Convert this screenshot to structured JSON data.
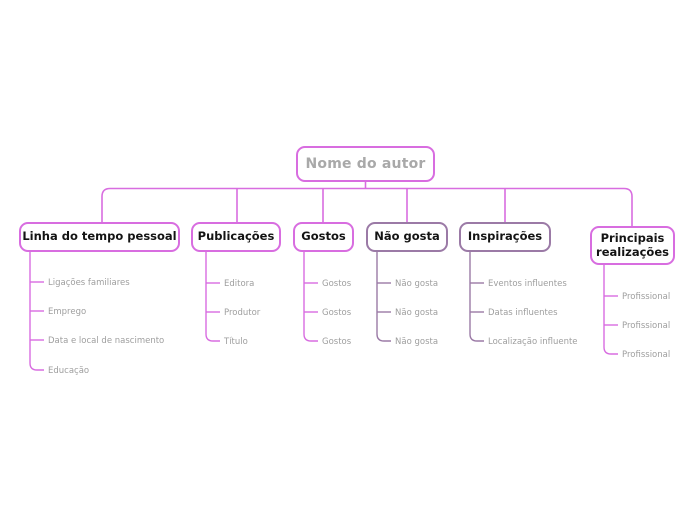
{
  "diagram": {
    "type": "mind-map",
    "background": "#ffffff",
    "accent_color": "#d86de0",
    "muted_accent_color": "#9b7aa6",
    "leaf_text_color": "#9e9e9e",
    "root_text_color": "#a9a9a9",
    "branch_text_color": "#141414",
    "root": {
      "label": "Nome do autor"
    },
    "branches": [
      {
        "label": "Linha do tempo pessoal",
        "leaves": [
          "Ligações familiares",
          "Emprego",
          "Data e local de nascimento",
          "Educação"
        ]
      },
      {
        "label": "Publicações",
        "leaves": [
          "Editora",
          "Produtor",
          "Título"
        ]
      },
      {
        "label": "Gostos",
        "leaves": [
          "Gostos",
          "Gostos",
          "Gostos"
        ]
      },
      {
        "label": "Não gosta",
        "leaves": [
          "Não gosta",
          "Não gosta",
          "Não gosta"
        ]
      },
      {
        "label": "Inspirações",
        "leaves": [
          "Eventos influentes",
          "Datas influentes",
          "Localização influente"
        ]
      },
      {
        "label": "Principais realizações",
        "label_line1": "Principais",
        "label_line2": "realizações",
        "leaves": [
          "Profissional",
          "Profissional",
          "Profissional"
        ]
      }
    ]
  }
}
